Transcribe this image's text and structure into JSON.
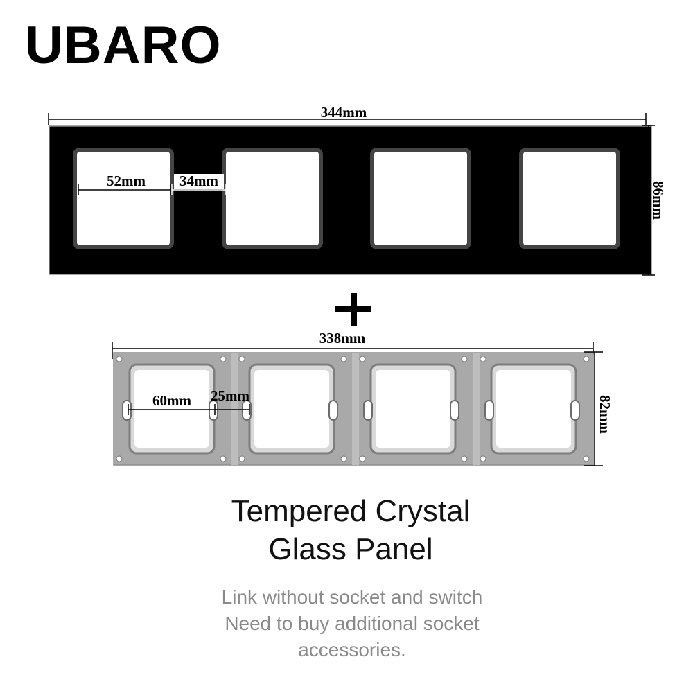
{
  "brand": "UBARO",
  "glass_panel": {
    "width_label": "344mm",
    "height_label": "86mm",
    "window_label": "52mm",
    "gap_label": "34mm",
    "color": "#000000"
  },
  "plus_sign": "+",
  "mounting_frame": {
    "width_label": "338mm",
    "height_label": "82mm",
    "window_label": "60mm",
    "gap_label": "25mm",
    "color": "#a9a9a9"
  },
  "title": {
    "line1": "Tempered Crystal",
    "line2": "Glass Panel"
  },
  "note": {
    "line1": "Link without socket and switch",
    "line2": "Need to buy additional socket",
    "line3": "accessories."
  }
}
